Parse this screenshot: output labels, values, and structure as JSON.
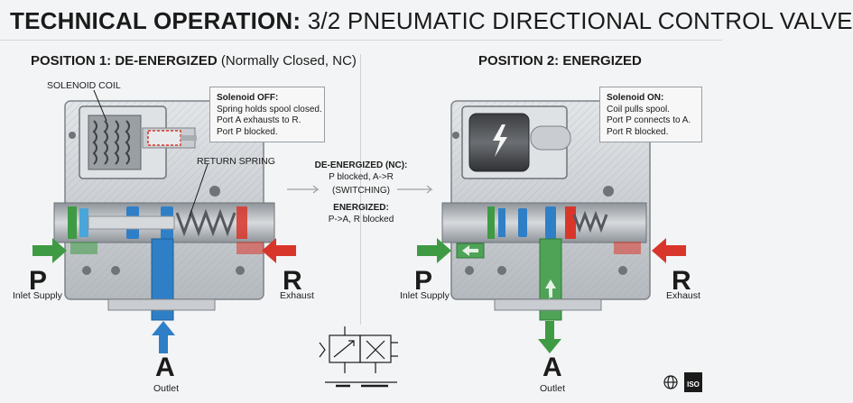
{
  "title": {
    "bold": "TECHNICAL OPERATION:",
    "rest": "3/2 PNEUMATIC DIRECTIONAL CONTROL VALVE"
  },
  "position1": {
    "heading_bold": "POSITION 1: DE-ENERGIZED",
    "heading_rest": "(Normally Closed, NC)",
    "solenoid_label": "SOLENOID COIL",
    "spring_label": "RETURN SPRING",
    "note": {
      "heading": "Solenoid OFF:",
      "lines": [
        "Spring holds spool closed.",
        "Port A exhausts to R.",
        "Port P blocked."
      ]
    },
    "port_p": {
      "letter": "P",
      "caption": "Inlet Supply"
    },
    "port_r": {
      "letter": "R",
      "caption": "Exhaust"
    },
    "port_a": {
      "letter": "A",
      "caption": "Outlet"
    }
  },
  "position2": {
    "heading_bold": "POSITION 2: ENERGIZED",
    "note": {
      "heading": "Solenoid ON:",
      "lines": [
        "Coil pulls spool.",
        "Port P connects to A.",
        "Port R blocked."
      ]
    },
    "port_p": {
      "letter": "P",
      "caption": "Inlet Supply"
    },
    "port_r": {
      "letter": "R",
      "caption": "Exhaust"
    },
    "port_a": {
      "letter": "A",
      "caption": "Outlet"
    }
  },
  "middle": {
    "deenergized_heading": "DE-ENERGIZED (NC):",
    "deenergized_text": "P blocked, A->R",
    "switching": "(SWITCHING)",
    "energized_heading": "ENERGIZED:",
    "energized_text": "P->A, R blocked"
  },
  "colors": {
    "inlet": "#3e9b43",
    "exhaust": "#d9362b",
    "outlet_de": "#2f7fc7",
    "outlet_en": "#4fa357",
    "body": "#c9cdd1",
    "body_dark": "#8b9096"
  },
  "icons": [
    "lightning-icon",
    "globe-icon",
    "iso-badge-icon"
  ]
}
